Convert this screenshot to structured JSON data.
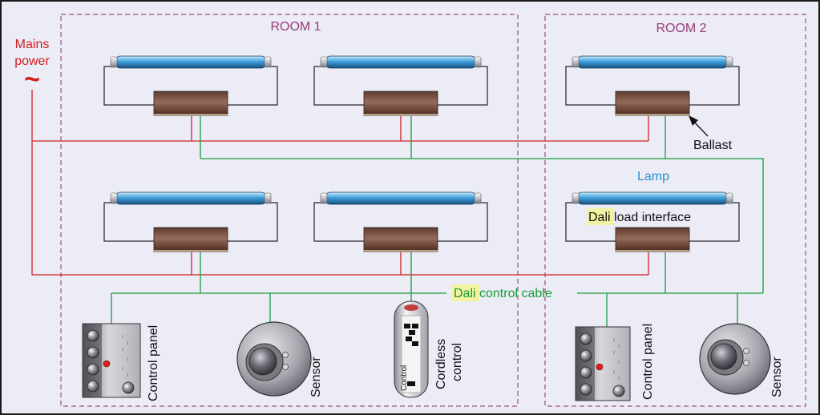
{
  "labels": {
    "room1": "ROOM 1",
    "room2": "ROOM 2",
    "mains_line1": "Mains",
    "mains_line2": "power",
    "mains_symbol": "~",
    "ballast": "Ballast",
    "lamp": "Lamp",
    "dali_load_hl": "Dali",
    "dali_load_rest": " load interface",
    "dali_cable_hl": "Dali",
    "dali_cable_rest": " control cable",
    "control_panel_1": "Control panel",
    "sensor_1": "Sensor",
    "cordless_line1": "Cordless",
    "cordless_line2": "control",
    "cordless_device": "Control",
    "control_panel_2": "Control panel",
    "sensor_2": "Sensor"
  },
  "colors": {
    "background": "#ececf6",
    "room_border": "#a0507a",
    "room_label": "#9a3c78",
    "mains_wire": "#d02020",
    "dali_wire": "#1a9a3a",
    "lamp_tube": "#3fa0dc",
    "ballast": "#8a5a4a",
    "highlight": "#f2f2a0",
    "lamp_label": "#2a8fd0"
  }
}
